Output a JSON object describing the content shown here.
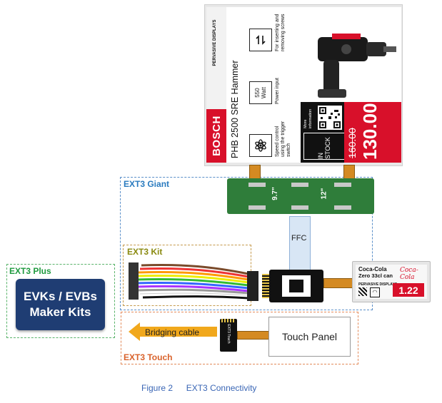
{
  "caption": {
    "figure": "Figure 2",
    "title": "EXT3 Connectivity"
  },
  "groups": {
    "giant": "EXT3 Giant",
    "kit": "EXT3 Kit",
    "plus": "EXT3 Plus",
    "touch": "EXT3 Touch"
  },
  "plus_box": {
    "line1": "EVKs / EVBs",
    "line2": "Maker Kits"
  },
  "touch_panel": "Touch Panel",
  "bridging_cable": "Bridging cable",
  "ffc": "FFC",
  "giant_board": {
    "size_a": "9.7\"",
    "size_b": "12\""
  },
  "touch_board": {
    "label": "EXT3 Touch"
  },
  "small_epd": {
    "title": "Coca-Cola",
    "subtitle": "Zero 33cl can",
    "brand": "PERVASIVE DISPLAYS",
    "price": "1.22",
    "logo": "Coca-Cola"
  },
  "large_epd": {
    "brand": "BOSCH",
    "product": "PHB 2500 SRE Hammer",
    "maker": "PERVASIVE DISPLAYS",
    "feature1": "Speed control using the trigger switch",
    "feature2": "Power input",
    "watt": "550 Watt",
    "feature3": "For inserting and removing screws",
    "stock": "IN STOCK",
    "more": "More information",
    "old_price": "160.00",
    "price": "130.00"
  },
  "colors": {
    "green_dash": "#59b36a",
    "blue_dash": "#5a8fc9",
    "orange_dash": "#e38a5a",
    "epd_red": "#d8102a",
    "plus_box": "#1f3d73",
    "arrow": "#f1a81c"
  }
}
